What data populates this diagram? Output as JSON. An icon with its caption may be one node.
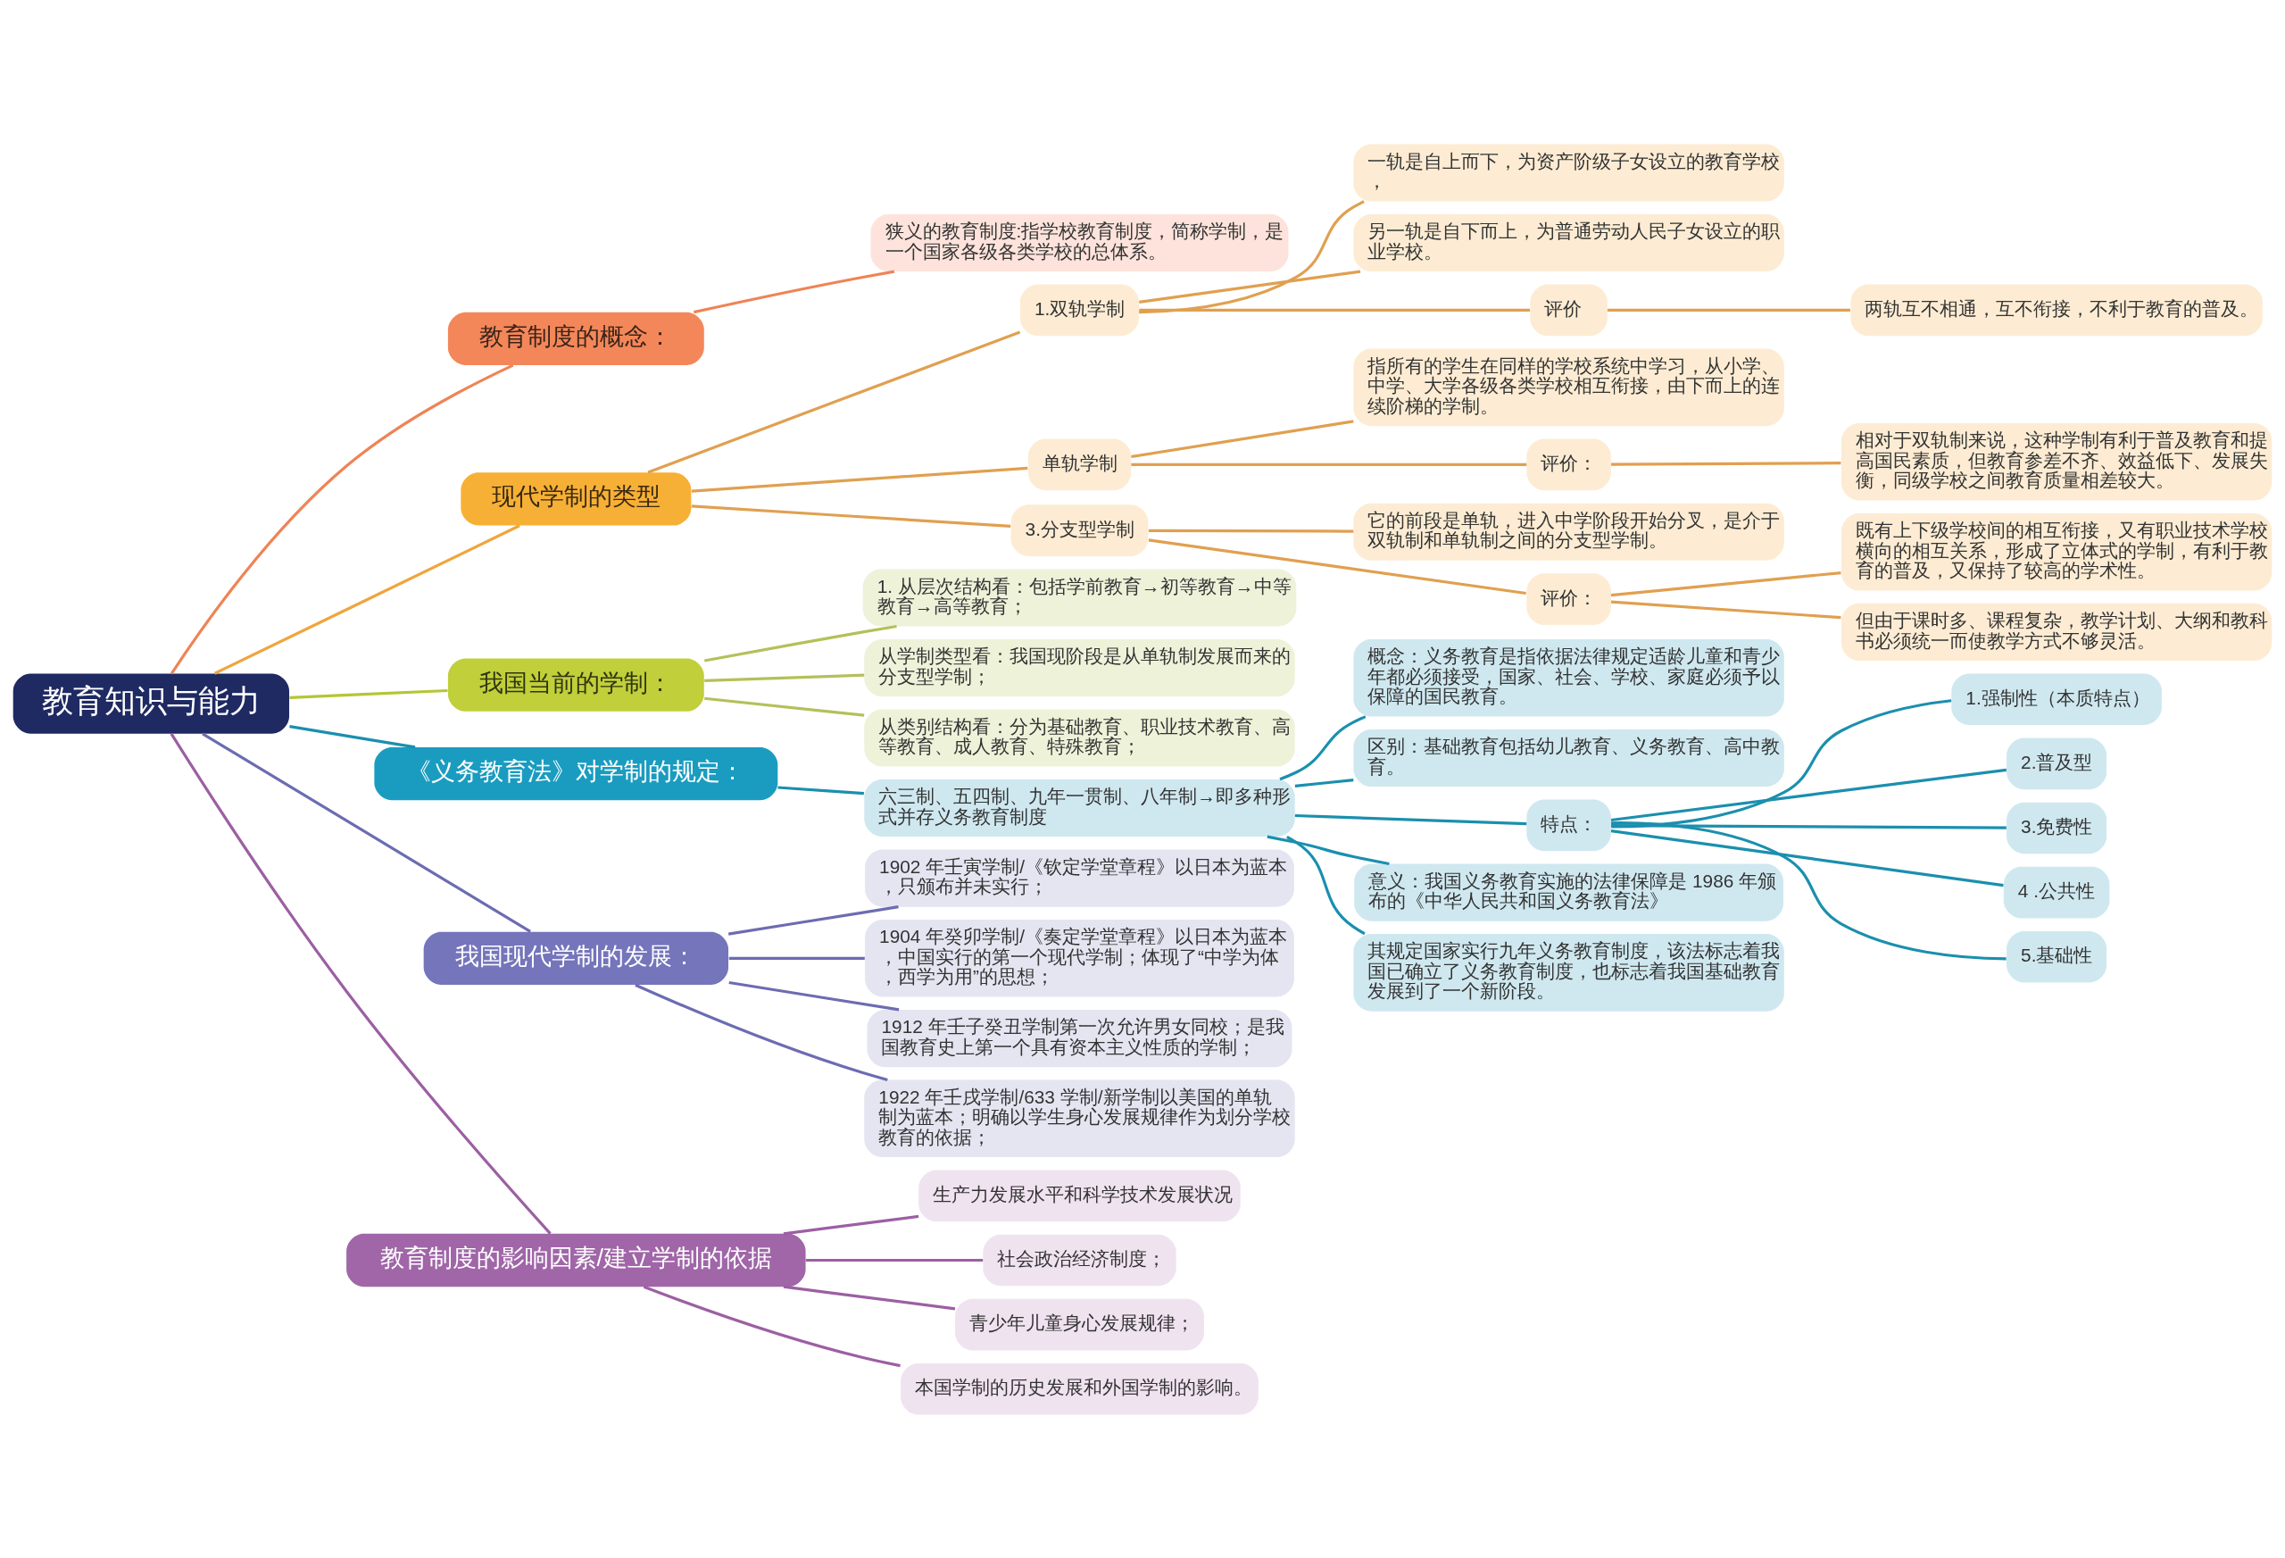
{
  "diagram": {
    "nodes": [
      {
        "text": [
          "教育知识与能力"
        ]
      },
      {
        "text": [
          "教育制度的概念："
        ]
      },
      {
        "text": [
          "狭义的教育制度:指学校教育制度，简称学制，是一个国家各级各类学校的总体系。"
        ]
      },
      {
        "text": [
          "现代学制的类型"
        ]
      },
      {
        "text": [
          "1.双轨学制"
        ]
      },
      {
        "text": [
          "一轨是自上而下，为资产阶级子女设立的教育学校，"
        ]
      },
      {
        "text": [
          "另一轨是自下而上，为普通劳动人民子女设立的职业学校。"
        ]
      },
      {
        "text": [
          "评价"
        ]
      },
      {
        "text": [
          "两轨互不相通，互不衔接，不利于教育的普及。"
        ]
      },
      {
        "text": [
          "单轨学制"
        ]
      },
      {
        "text": [
          "指所有的学生在同样的学校系统中学习，从小学、中学、大学各级各类学校相互衔接，由下而上的连续阶梯的学制。"
        ]
      },
      {
        "text": [
          "评价："
        ]
      },
      {
        "text": [
          "相对于双轨制来说，这种学制有利于普及教育和提高国民素质，但教育参差不齐、效益低下、发展失衡，同级学校之间教育质量相差较大。"
        ]
      },
      {
        "text": [
          "3.分支型学制"
        ]
      },
      {
        "text": [
          "它的前段是单轨，进入中学阶段开始分叉，是介于双轨制和单轨制之间的分支型学制。"
        ]
      },
      {
        "text": [
          "评价："
        ]
      },
      {
        "text": [
          "既有上下级学校间的相互衔接，又有职业技术学校横向的相互关系，形成了立体式的学制，有利于教育的普及，又保持了较高的学术性。"
        ]
      },
      {
        "text": [
          "但由于课时多、课程复杂，教学计划、大纲和教科书必须统一而使教学方式不够灵活。"
        ]
      },
      {
        "text": [
          "我国当前的学制："
        ]
      },
      {
        "text": [
          "1. 从层次结构看：包括学前教育→初等教育→中等教育→高等教育；"
        ]
      },
      {
        "text": [
          "从学制类型看：我国现阶段是从单轨制发展而来的分支型学制；"
        ]
      },
      {
        "text": [
          "从类别结构看：分为基础教育、职业技术教育、高等教育、成人教育、特殊教育；"
        ]
      },
      {
        "text": [
          "《义务教育法》对学制的规定："
        ]
      },
      {
        "text": [
          "六三制、五四制、九年一贯制、八年制→即多种形式并存义务教育制度"
        ]
      },
      {
        "text": [
          "概念：义务教育是指依据法律规定适龄儿童和青少年都必须接受，国家、社会、学校、家庭必须予以保障的国民教育。"
        ]
      },
      {
        "text": [
          "区别：基础教育包括幼儿教育、义务教育、高中教育。"
        ]
      },
      {
        "text": [
          "特点："
        ]
      },
      {
        "text": [
          "1.强制性（本质特点）"
        ]
      },
      {
        "text": [
          "2.普及型"
        ]
      },
      {
        "text": [
          "3.免费性"
        ]
      },
      {
        "text": [
          "4 .公共性"
        ]
      },
      {
        "text": [
          "5.基础性"
        ]
      },
      {
        "text": [
          "意义：我国义务教育实施的法律保障是 1986 年颁布的《中华人民共和国义务教育法》"
        ]
      },
      {
        "text": [
          "其规定国家实行九年义务教育制度，该法标志着我国已确立了义务教育制度，也标志着我国基础教育发展到了一个新阶段。"
        ]
      },
      {
        "text": [
          "我国现代学制的发展："
        ]
      },
      {
        "text": [
          "1902 年壬寅学制/《钦定学堂章程》以日本为蓝本，只颁布并未实行；"
        ]
      },
      {
        "text": [
          "1904 年癸卯学制/《奏定学堂章程》以日本为蓝本，中国实行的第一个现代学制；体现了“中学为体，西学为用”的思想；"
        ]
      },
      {
        "text": [
          "1912 年壬子癸丑学制第一次允许男女同校；是我国教育史上第一个具有资本主义性质的学制；"
        ]
      },
      {
        "text": [
          "1922 年壬戌学制/633 学制/新学制以美国的单轨制为蓝本；明确以学生身心发展规律作为划分学校教育的依据；"
        ]
      },
      {
        "text": [
          "教育制度的影响因素/建立学制的依据"
        ]
      },
      {
        "text": [
          "生产力发展水平和科学技术发展状况"
        ]
      },
      {
        "text": [
          "社会政治经济制度；"
        ]
      },
      {
        "text": [
          "青少年儿童身心发展规律；"
        ]
      },
      {
        "text": [
          "本国学制的历史发展和外国学制的影响。"
        ]
      }
    ],
    "edges": [
      {
        "from": 0,
        "to": 1,
        "arrow": "none",
        "color": "#ee8456"
      },
      {
        "from": 1,
        "to": 2,
        "arrow": "none",
        "color": "#ee8456"
      },
      {
        "from": 0,
        "to": 3,
        "arrow": "none",
        "color": "#f0a53c"
      },
      {
        "from": 3,
        "to": 4,
        "arrow": "none",
        "color": "#e0a050"
      },
      {
        "from": 4,
        "to": 5,
        "arrow": "none",
        "color": "#e0a050"
      },
      {
        "from": 4,
        "to": 6,
        "arrow": "none",
        "color": "#e0a050"
      },
      {
        "from": 4,
        "to": 7,
        "arrow": "none",
        "color": "#e0a050"
      },
      {
        "from": 7,
        "to": 8,
        "arrow": "none",
        "color": "#e0a050"
      },
      {
        "from": 3,
        "to": 9,
        "arrow": "none",
        "color": "#e0a050"
      },
      {
        "from": 9,
        "to": 10,
        "arrow": "none",
        "color": "#e0a050"
      },
      {
        "from": 9,
        "to": 11,
        "arrow": "none",
        "color": "#e0a050"
      },
      {
        "from": 11,
        "to": 12,
        "arrow": "none",
        "color": "#e0a050"
      },
      {
        "from": 3,
        "to": 13,
        "arrow": "none",
        "color": "#e0a050"
      },
      {
        "from": 13,
        "to": 14,
        "arrow": "none",
        "color": "#e0a050"
      },
      {
        "from": 13,
        "to": 15,
        "arrow": "none",
        "color": "#e0a050"
      },
      {
        "from": 15,
        "to": 16,
        "arrow": "none",
        "color": "#e0a050"
      },
      {
        "from": 15,
        "to": 17,
        "arrow": "none",
        "color": "#e0a050"
      },
      {
        "from": 0,
        "to": 18,
        "arrow": "none",
        "color": "#b4c634"
      },
      {
        "from": 18,
        "to": 19,
        "arrow": "none",
        "color": "#b4c05a"
      },
      {
        "from": 18,
        "to": 20,
        "arrow": "none",
        "color": "#b4c05a"
      },
      {
        "from": 18,
        "to": 21,
        "arrow": "none",
        "color": "#b4c05a"
      },
      {
        "from": 0,
        "to": 22,
        "arrow": "none",
        "color": "#1b8fae"
      },
      {
        "from": 22,
        "to": 23,
        "arrow": "none",
        "color": "#1b8fae"
      },
      {
        "from": 23,
        "to": 24,
        "arrow": "none",
        "color": "#1b8fae"
      },
      {
        "from": 23,
        "to": 25,
        "arrow": "none",
        "color": "#1b8fae"
      },
      {
        "from": 23,
        "to": 26,
        "arrow": "none",
        "color": "#1b8fae"
      },
      {
        "from": 26,
        "to": 27,
        "arrow": "none",
        "color": "#1b8fae"
      },
      {
        "from": 26,
        "to": 28,
        "arrow": "none",
        "color": "#1b8fae"
      },
      {
        "from": 26,
        "to": 29,
        "arrow": "none",
        "color": "#1b8fae"
      },
      {
        "from": 26,
        "to": 30,
        "arrow": "none",
        "color": "#1b8fae"
      },
      {
        "from": 26,
        "to": 31,
        "arrow": "none",
        "color": "#1b8fae"
      },
      {
        "from": 23,
        "to": 32,
        "arrow": "none",
        "color": "#1b8fae"
      },
      {
        "from": 23,
        "to": 33,
        "arrow": "none",
        "color": "#1b8fae"
      },
      {
        "from": 0,
        "to": 34,
        "arrow": "none",
        "color": "#6c6cb2"
      },
      {
        "from": 34,
        "to": 35,
        "arrow": "none",
        "color": "#6c6cb2"
      },
      {
        "from": 34,
        "to": 36,
        "arrow": "none",
        "color": "#6c6cb2"
      },
      {
        "from": 34,
        "to": 37,
        "arrow": "none",
        "color": "#6c6cb2"
      },
      {
        "from": 34,
        "to": 38,
        "arrow": "none",
        "color": "#6c6cb2"
      },
      {
        "from": 0,
        "to": 39,
        "arrow": "none",
        "color": "#9c5fa3"
      },
      {
        "from": 39,
        "to": 40,
        "arrow": "none",
        "color": "#9c5fa3"
      },
      {
        "from": 39,
        "to": 41,
        "arrow": "none",
        "color": "#9c5fa3"
      },
      {
        "from": 39,
        "to": 42,
        "arrow": "none",
        "color": "#9c5fa3"
      },
      {
        "from": 39,
        "to": 43,
        "arrow": "none",
        "color": "#9c5fa3"
      }
    ]
  }
}
